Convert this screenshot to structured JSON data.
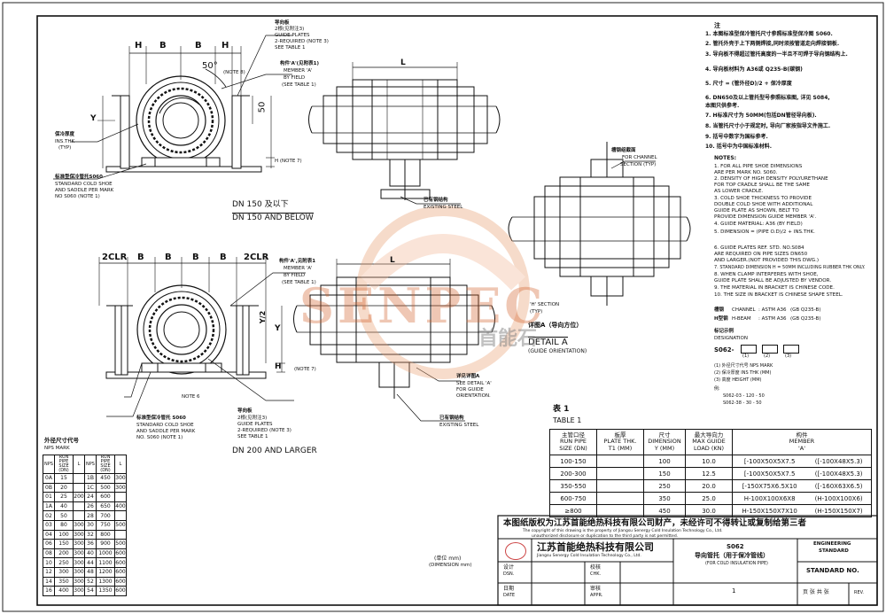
{
  "drawing": {
    "view1_title_cn": "DN 150 及以下",
    "view1_title_en": "DN 150 AND BELOW",
    "view2_title_en": "DN 200 AND LARGER",
    "detail_title_cn": "详图A（导向方位）",
    "detail_title_en": "DETAIL A",
    "detail_subtitle": "(GUIDE ORIENTATION)",
    "dims": {
      "H": "H",
      "B": "B",
      "L": "L",
      "CLR2": "2CLR",
      "Y": "Y",
      "Y2": "Y/2",
      "D50": "50",
      "angle": "50°"
    },
    "labels_top": [
      "导向板",
      "2根(见附注3)",
      "GUIDE PLATES",
      "2-REQUIRED (NOTE 3)",
      "SEE TABLE 1",
      "构件'A'(见附表1)",
      "MEMBER 'A'",
      "BY FIELD",
      "(SEE TABLE 1)",
      "(NOTE 8)"
    ],
    "labels_view1": [
      "保冷厚度",
      "INS.THK",
      "(TYP)",
      "标准型保冷管托S060",
      "STANDARD COLD SHOE",
      "AND SADDLE PER MARK",
      "NO S060 (NOTE 1)",
      "H (NOTE 7)"
    ],
    "labels_view2": [
      "构件'A',见附表1",
      "MEMBER 'A'",
      "BY FIELD",
      "(SEE TABLE 1)",
      "(NOTE 7)",
      "NOTE 6",
      "标准型保冷管托 S060",
      "STANDARD COLD SHOE",
      "AND SADDLE PER MARK",
      "NO. S060 (NOTE 1)",
      "导向板",
      "2根(见附注3)",
      "GUIDE PLATES",
      "2-REQUIRED (NOTE 3)",
      "SEE TABLE 1"
    ],
    "labels_right": [
      "槽钢组截面",
      "FOR CHANNEL",
      "SECTION (TYP)",
      "已有钢结构",
      "EXISTING STEEL",
      "详见详图A",
      "SEE DETAIL 'A'",
      "FOR GUIDE",
      "ORIENTATION.",
      "已有钢结构",
      "EXISTING STEEL",
      "'H' SECTION",
      "(TYP)"
    ],
    "scale_note": "(单位 mm)",
    "scale_note_en": "(DIMENSION mm)"
  },
  "notes_cn": {
    "title": "注",
    "items": [
      "1. 本图标准型保冷管托尺寸参照标准型保冷图  S060.",
      "2. 管托外壳于上下两侧焊接,同时须按管道走向焊接钢板.",
      "3. 导向板不得超过管托高度的一半且不可焊于导向钢结构上.",
      "4. 导向板材料为 A36或 Q235-B(碳钢)",
      "5. 尺寸 = (管外径D)/2 + 保冷厚度",
      "6. DN650及以上管托型号参照标准图, 详见 S084,",
      "   本图只供参考.",
      "7. H标准尺寸为 50MM(包括DN管径导向板).",
      "8. 当管托尺寸小于规定时, 导向厂家按指导文件施工.",
      "9. 括号中数字为国标参考.",
      "10. 括号中为中国标准材料."
    ]
  },
  "notes_en": {
    "title": "NOTES:",
    "items": [
      "1. FOR ALL PIPE SHOE DIMENSIONS",
      "   ARE PER MARK NO. S060.",
      "2. DENSITY OF HIGH DENSITY POLYURETHANE",
      "   FOR TOP CRADLE SHALL BE THE SAME",
      "   AS LOWER CRADLE.",
      "3. COLD SHOE THICKNESS TO PROVIDE",
      "   DOUBLE COLD SHOE WITH ADDITIONAL",
      "   GUIDE PLATE AS SHOWN, BELT TO",
      "   PROVIDE DIMENSION GUIDE MEMBER 'A'.",
      "4. GUIDE MATERIAL: A36   (BY FIELD)",
      "5. DIMENSION = (PIPE O.D)/2 + INS.THK.",
      "",
      "6. GUIDE PLATES REF. STD. NO.S084",
      "   ARE REQUIRED ON PIPE SIZES DN650",
      "   AND LARGER.(NOT PROVIDED THIS DWG.)",
      "7. STANDARD DIMENSION H = 50MM INCLUDING RUBBER THK ONLY.",
      "8. WHEN CLAMP INTERFERES WITH SHOE,",
      "   GUIDE PLATE SHALL BE ADJUSTED BY VENDOR.",
      "9. THE MATERIAL IN BRACKET IS CHINESE CODE.",
      "10. THE SIZE IN BRACKET IS CHINESE SHAPE STEEL."
    ],
    "materials": [
      {
        "cn": "槽钢",
        "en": "CHANNEL",
        "std": ": ASTM A36",
        "cn_std": "(GB Q235-B)"
      },
      {
        "cn": "H型钢",
        "en": "H-BEAM",
        "std": ": ASTM A36",
        "cn_std": "(GB Q235-B)"
      }
    ],
    "ordering_title": "标记示例",
    "ordering_title_en": "DESIGNATION",
    "ordering_code": "S062-",
    "ordering_box_labels": [
      "(1)",
      "(2)",
      "(3)"
    ],
    "ordering_desc": [
      "(1) 外径尺寸代号  NPS MARK",
      "(2) 保冷厚度 INS THK (MM)",
      "(3) 高度 HEIGHT (MM)"
    ],
    "examples_label": "例:",
    "examples": [
      "S062-03 - 120 - 50",
      "S062-38 - 30 - 50"
    ]
  },
  "table1": {
    "title_cn": "表 1",
    "title_en": "TABLE 1",
    "headers": [
      {
        "cn": "主管口径",
        "en": "RUN PIPE\nSIZE (DN)"
      },
      {
        "cn": "板厚",
        "en": "PLATE THK.\nT1 (MM)"
      },
      {
        "cn": "尺寸",
        "en": "DIMENSION\nY (MM)"
      },
      {
        "cn": "最大导向力",
        "en": "MAX GUIDE\nLOAD (KN)"
      },
      {
        "cn": "构件",
        "en": "MEMBER\n'A'"
      }
    ],
    "rows": [
      [
        "100-150",
        "",
        "100",
        "10.0",
        "[-100X50X5X7.5",
        "([-100X48X5.3)"
      ],
      [
        "200-300",
        "",
        "150",
        "12.5",
        "[-100X50X5X7.5",
        "([-100X48X5.3)"
      ],
      [
        "350-550",
        "",
        "250",
        "20.0",
        "[-150X75X6.5X10",
        "([-160X63X6.5)"
      ],
      [
        "600-750",
        "",
        "350",
        "25.0",
        "H-100X100X6X8",
        "(H-100X100X6)"
      ],
      [
        "≥800",
        "",
        "450",
        "30.0",
        "H-150X150X7X10",
        "(H-150X150X7)"
      ]
    ]
  },
  "nps_table": {
    "title_cn": "外径尺寸代号",
    "title_en": "NPS MARK",
    "headers": [
      "NPS",
      "RUN PIPE SIZE (DN)",
      "L",
      "NPS",
      "RUN PIPE SIZE (DN)",
      "L"
    ],
    "rows": [
      [
        "0A",
        "15",
        "",
        "1B",
        "450",
        "300"
      ],
      [
        "0B",
        "20",
        "",
        "1C",
        "500",
        "300"
      ],
      [
        "01",
        "25",
        "200",
        "24",
        "600",
        ""
      ],
      [
        "1A",
        "40",
        "",
        "26",
        "650",
        "400"
      ],
      [
        "02",
        "50",
        "",
        "28",
        "700",
        ""
      ],
      [
        "03",
        "80",
        "300",
        "30",
        "750",
        "500"
      ],
      [
        "04",
        "100",
        "300",
        "32",
        "800",
        ""
      ],
      [
        "06",
        "150",
        "300",
        "36",
        "900",
        "500"
      ],
      [
        "08",
        "200",
        "300",
        "40",
        "1000",
        "600"
      ],
      [
        "10",
        "250",
        "300",
        "44",
        "1100",
        "600"
      ],
      [
        "12",
        "300",
        "300",
        "48",
        "1200",
        "600"
      ],
      [
        "14",
        "350",
        "300",
        "52",
        "1300",
        "600"
      ],
      [
        "16",
        "400",
        "300",
        "54",
        "1350",
        "600"
      ]
    ]
  },
  "copyright": {
    "cn": "本图纸版权为江苏首能绝热科技有限公司财产，未经许可不得转让或复制给第三者",
    "en1": "The copyright of this drawing is the property of Jiangsu Senergy Cold Insulation Technology Co., Ltd.",
    "en2": "unauthorized disclosure or duplication to the third party is not permitted."
  },
  "title_block": {
    "company_cn": "江苏首能绝热科技有限公司",
    "company_en": "Jiangsu Senergy Cold Insulation Technology Co., Ltd.",
    "logo_text": "SENPEC",
    "logo_cn": "首能石",
    "drawing_no": "S062",
    "title_cn": "导向管托（用于保冷管线）",
    "title_en": "(FOR COLD INSULATION PIPE)",
    "sheet": "1",
    "design_cn": "设计",
    "design_en": "DSN.",
    "check_cn": "校核",
    "check_en": "CHK.",
    "date_cn": "日期",
    "date_en": "DATE",
    "approve_cn": "审核",
    "approve_en": "APPR.",
    "eng_std_1": "ENGINEERING",
    "eng_std_2": "STANDARD",
    "standard_no": "STANDARD NO.",
    "sheet_of": "页 张 共 张",
    "rev": "REV."
  }
}
